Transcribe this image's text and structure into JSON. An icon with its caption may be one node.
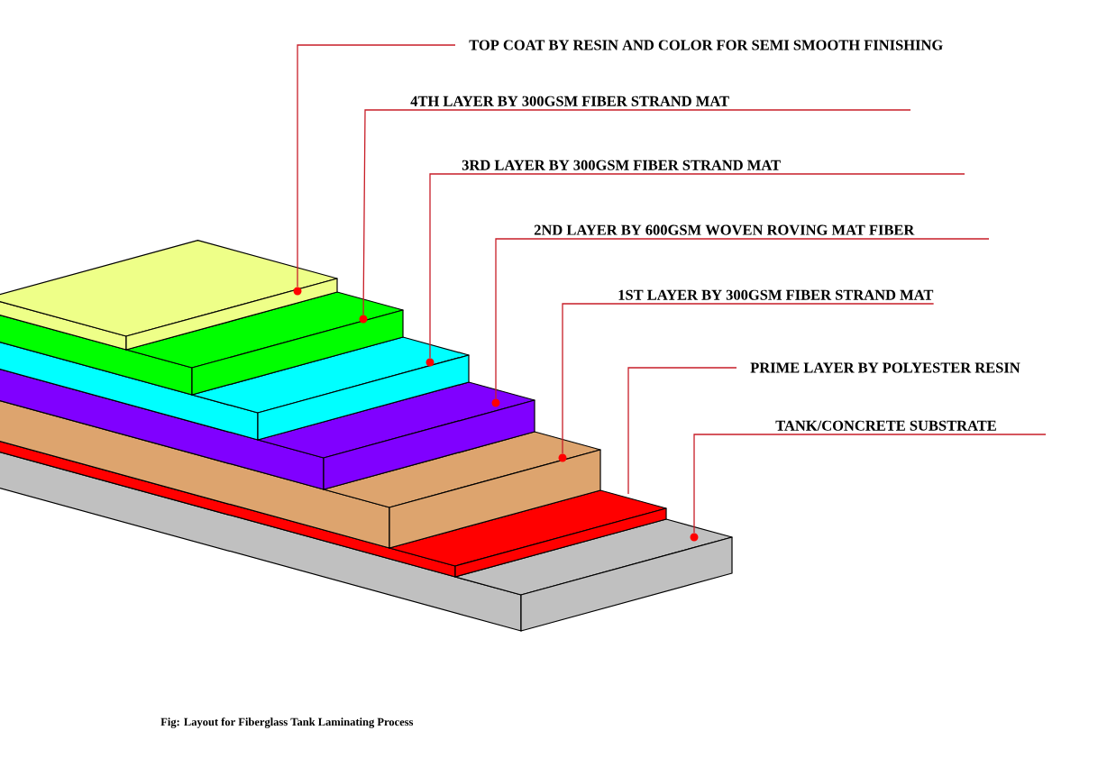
{
  "diagram": {
    "caption": "Fig: Layout for Fiberglass Tank Laminating Process",
    "nodes": [
      {
        "text": [
          "TOP COAT BY RESIN AND COLOR FOR SEMI SMOOTH FINISHING"
        ]
      },
      {
        "text": [
          "4TH LAYER BY 300GSM FIBER STRAND MAT"
        ]
      },
      {
        "text": [
          "3RD LAYER BY 300GSM FIBER STRAND MAT"
        ]
      },
      {
        "text": [
          "2ND LAYER BY 600GSM WOVEN ROVING MAT FIBER"
        ]
      },
      {
        "text": [
          "1ST LAYER BY 300GSM FIBER STRAND MAT"
        ]
      },
      {
        "text": [
          "PRIME LAYER BY POLYESTER RESIN"
        ]
      },
      {
        "text": [
          "TANK/CONCRETE SUBSTRATE"
        ]
      },
      {
        "text": [],
        "shape": "circle"
      },
      {
        "text": [],
        "shape": "circle"
      },
      {
        "text": [],
        "shape": "circle"
      },
      {
        "text": [],
        "shape": "circle"
      },
      {
        "text": [],
        "shape": "circle"
      },
      {
        "text": [],
        "shape": "circle"
      }
    ],
    "edges": [
      {
        "from": 0,
        "to": 7,
        "arrow": "none"
      },
      {
        "from": 1,
        "to": 8,
        "arrow": "none"
      },
      {
        "from": 2,
        "to": 9,
        "arrow": "none"
      },
      {
        "from": 3,
        "to": 10,
        "arrow": "none"
      },
      {
        "from": 4,
        "to": 11,
        "arrow": "none"
      },
      {
        "from": 5,
        "to": null,
        "arrow": "none"
      },
      {
        "from": 6,
        "to": 12,
        "arrow": "none"
      }
    ]
  }
}
